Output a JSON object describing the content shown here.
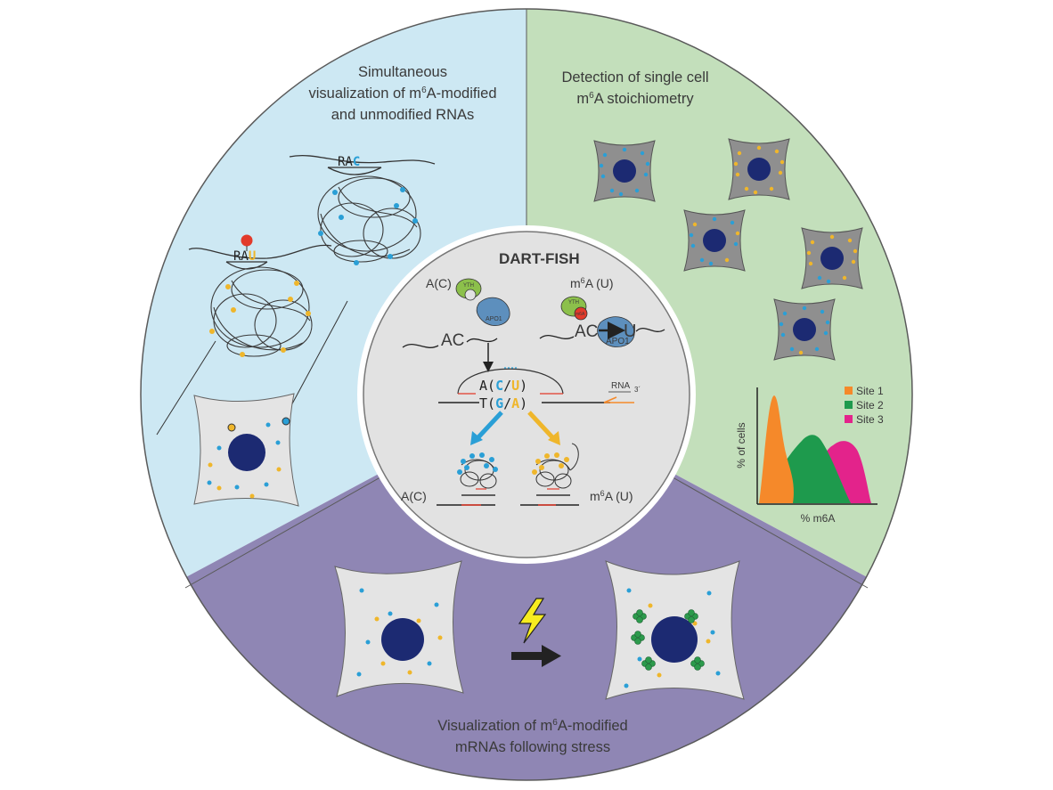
{
  "colors": {
    "blue_panel": "#cde8f3",
    "green_panel": "#c3dfbb",
    "purple_panel": "#8f86b4",
    "center_fill": "#e2e2e2",
    "cell_fill": "#e4e4e4",
    "nucleus": "#1c2a72",
    "dot_blue": "#2a9fd6",
    "dot_yellow": "#efb62b",
    "site1": "#f5892a",
    "site2": "#1e9a4d",
    "site3": "#e3238b",
    "arrow_blue": "#2a9fd6",
    "arrow_yellow": "#efb62b",
    "green_cluster": "#2c9a4c",
    "lightning": "#f7ec1f"
  },
  "panels": {
    "top_left": {
      "title_line1": "Simultaneous",
      "title_line2_a": "visualization of m",
      "title_line2_sup": "6",
      "title_line2_b": "A-modified",
      "title_line3": "and unmodified RNAs"
    },
    "top_right": {
      "title_line1": "Detection of single cell",
      "title_line2_a": "m",
      "title_line2_sup": "6",
      "title_line2_b": "A stoichiometry"
    },
    "bottom": {
      "title_line1_a": "Visualization of m",
      "title_line1_sup": "6",
      "title_line1_b": "A-modified",
      "title_line2": "mRNAs following stress"
    }
  },
  "center": {
    "title": "DART-FISH",
    "left_label": "A(C)",
    "right_label_a": "m",
    "right_label_sup": "6",
    "right_label_b": "A (U)",
    "ac_left": "AC",
    "ac_right": "AC",
    "u_letter": "U",
    "yth": "YTH",
    "apo": "APO1",
    "m6a_badge": "m6A",
    "probe_top_a": "A(",
    "probe_top_c": "C",
    "probe_top_slash": "/",
    "probe_top_u": "U",
    "probe_top_end": ")",
    "probe_bot_a": "T(",
    "probe_bot_g": "G",
    "probe_bot_slash": "/",
    "probe_bot_A": "A",
    "probe_bot_end": ")",
    "rna_label": "RNA",
    "rna_3prime": "3´",
    "bottom_left": "A(C)",
    "bottom_right_a": "m",
    "bottom_right_sup": "6",
    "bottom_right_b": "A (U)"
  },
  "rca": {
    "rac_label_r": "RA",
    "rac_label_c": "C",
    "rau_label_r": "RA",
    "rau_label_u": "U",
    "m6a_badge": "m6A"
  },
  "chart": {
    "ylabel": "% of cells",
    "xlabel": "% m6A",
    "legend": [
      "Site 1",
      "Site 2",
      "Site 3"
    ]
  }
}
